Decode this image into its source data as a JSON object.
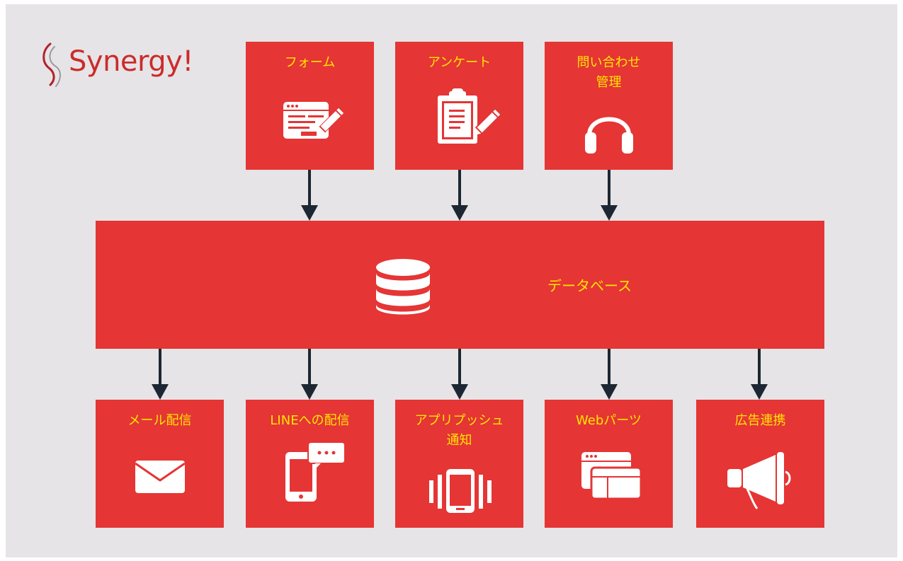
{
  "logo": {
    "text": "Synergy!"
  },
  "inputs": [
    {
      "id": "form",
      "label": "フォーム",
      "icon": "form-edit-icon"
    },
    {
      "id": "survey",
      "label": "アンケート",
      "icon": "clipboard-edit-icon"
    },
    {
      "id": "inquiry",
      "label": "問い合わせ\n管理",
      "icon": "headphones-icon"
    }
  ],
  "database": {
    "label": "データベース",
    "icon": "database-icon"
  },
  "outputs": [
    {
      "id": "mail",
      "label": "メール配信",
      "icon": "envelope-icon"
    },
    {
      "id": "line",
      "label": "LINEへの配信",
      "icon": "mobile-chat-icon"
    },
    {
      "id": "push",
      "label": "アプリプッシュ\n通知",
      "icon": "vibrating-phone-icon"
    },
    {
      "id": "web",
      "label": "Webパーツ",
      "icon": "browser-windows-icon"
    },
    {
      "id": "ads",
      "label": "広告連携",
      "icon": "megaphone-icon"
    }
  ],
  "colors": {
    "box": "#e53535",
    "label": "#ffe600",
    "arrow": "#1c2733",
    "background": "#e6e4e6",
    "logo": "#cc2b2b"
  }
}
